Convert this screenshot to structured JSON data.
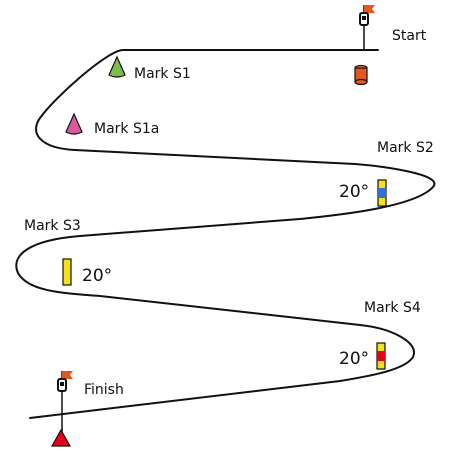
{
  "labels": {
    "start": "Start",
    "finish": "Finish",
    "mark_s1": "Mark S1",
    "mark_s1a": "Mark S1a",
    "mark_s2": "Mark S2",
    "mark_s3": "Mark S3",
    "mark_s4": "Mark S4"
  },
  "angles": {
    "s2": "20°",
    "s3": "20°",
    "s4": "20°"
  },
  "colors": {
    "route": "#111111",
    "start_buoy": "#e2571e",
    "flag": "#e2571e",
    "mark_s1": "#7dbd4a",
    "mark_s1a": "#d95a9e",
    "yellow_mark": "#f5e11b",
    "blue_band": "#2f6fd8",
    "red_band": "#e3001b",
    "finish_buoy": "#e3001b"
  },
  "icons": {
    "start_boat": "committee-boat-icon",
    "finish_boat": "committee-boat-icon",
    "start_buoy": "cylinder-buoy-icon",
    "finish_buoy": "triangle-buoy-icon",
    "mark_s1": "cone-buoy-icon",
    "mark_s1a": "cone-buoy-icon",
    "mark_s2": "spar-mark-icon",
    "mark_s3": "spar-mark-icon",
    "mark_s4": "spar-mark-icon"
  }
}
